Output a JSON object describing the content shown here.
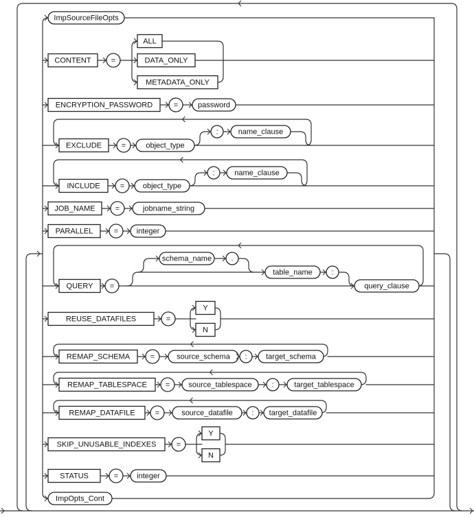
{
  "diagram": {
    "type": "syntax-railroad",
    "nodes": {
      "imp_source_file_opts": "ImpSourceFileOpts",
      "content": "CONTENT",
      "all": "ALL",
      "data_only": "DATA_ONLY",
      "metadata_only": "METADATA_ONLY",
      "encryption_password": "ENCRYPTION_PASSWORD",
      "password": "password",
      "exclude": "EXCLUDE",
      "include": "INCLUDE",
      "object_type": "object_type",
      "name_clause": "name_clause",
      "job_name": "JOB_NAME",
      "jobname_string": "jobname_string",
      "parallel": "PARALLEL",
      "integer": "integer",
      "query": "QUERY",
      "schema_name": "schema_name",
      "table_name": "table_name",
      "query_clause": "query_clause",
      "reuse_datafiles": "REUSE_DATAFILES",
      "y": "Y",
      "n": "N",
      "remap_schema": "REMAP_SCHEMA",
      "source_schema": "source_schema",
      "target_schema": "target_schema",
      "remap_tablespace": "REMAP_TABLESPACE",
      "source_tablespace": "source_tablespace",
      "target_tablespace": "target_tablespace",
      "remap_datafile": "REMAP_DATAFILE",
      "source_datafile": "source_datafile",
      "target_datafile": "target_datafile",
      "skip_unusable_indexes": "SKIP_UNUSABLE_INDEXES",
      "status": "STATUS",
      "imp_opts_cont": "ImpOpts_Cont",
      "equals": "=",
      "colon": ":",
      "dot": "."
    }
  }
}
